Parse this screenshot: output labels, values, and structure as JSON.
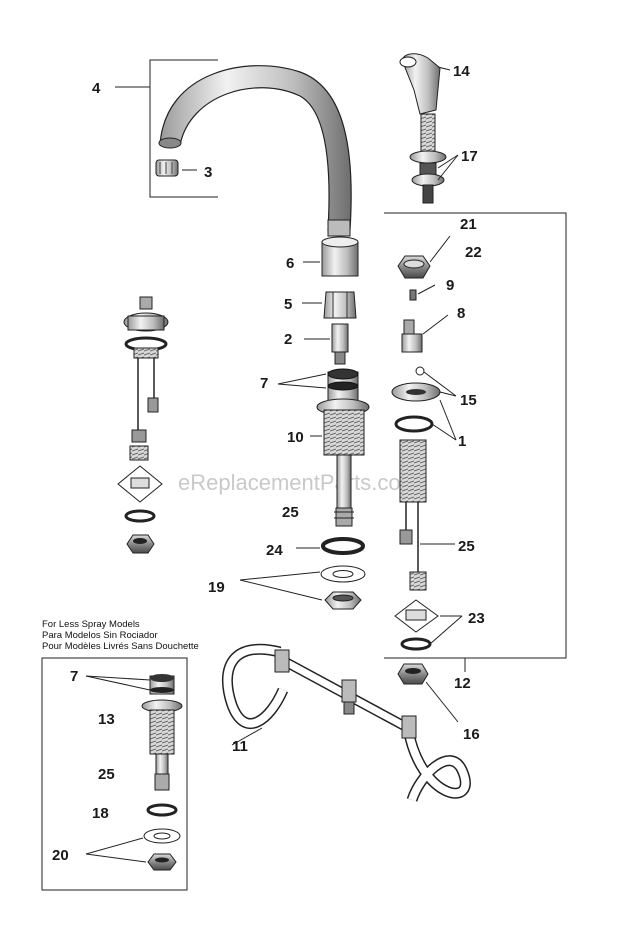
{
  "watermark": "eReplacementParts.com",
  "note": {
    "en": "For Less Spray Models",
    "es": "Para Modelos Sin Rociador",
    "fr": "Pour Modèles Livrés Sans Douchette"
  },
  "part_labels": {
    "p1": "1",
    "p2": "2",
    "p3": "3",
    "p4": "4",
    "p5": "5",
    "p6": "6",
    "p7a": "7",
    "p7b": "7",
    "p8": "8",
    "p9": "9",
    "p10": "10",
    "p11": "11",
    "p12": "12",
    "p13": "13",
    "p14": "14",
    "p15": "15",
    "p16": "16",
    "p17": "17",
    "p18": "18",
    "p19": "19",
    "p20": "20",
    "p21": "21",
    "p22": "22",
    "p23": "23",
    "p24": "24",
    "p25a": "25",
    "p25b": "25",
    "p25c": "25"
  }
}
